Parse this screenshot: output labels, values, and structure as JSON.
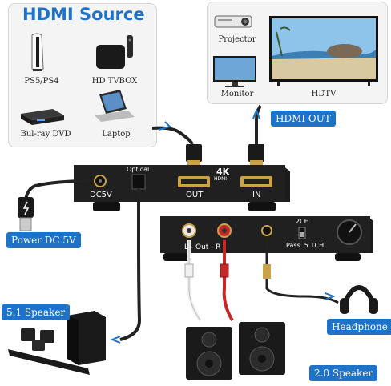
{
  "source_panel": {
    "title": "HDMI Source",
    "devices": [
      {
        "label": "PS5/PS4"
      },
      {
        "label": "HD TVBOX"
      },
      {
        "label": "Bul-ray DVD"
      },
      {
        "label": "Laptop"
      }
    ]
  },
  "output_panel": {
    "devices": [
      {
        "label": "Projector"
      },
      {
        "label": "Monitor"
      },
      {
        "label": "HDTV"
      }
    ],
    "badge": "HDMI OUT"
  },
  "extractor_top": {
    "optical_label": "Optical",
    "dc_label": "DC5V",
    "out_label": "OUT",
    "in_label": "IN",
    "logo_4k": "4K",
    "logo_hdmi": "HDMI"
  },
  "extractor_side": {
    "audio_out_label": "L - Out - R",
    "switch_top": "2CH",
    "switch_bottom": "Pass  5.1CH"
  },
  "labels": {
    "power": "Power DC 5V",
    "speaker51": "5.1 Speaker",
    "headphone": "Headphone",
    "speaker20": "2.0 Speaker"
  },
  "colors": {
    "accent": "#1e73c8",
    "device_body": "#1a1a1a",
    "gold": "#c9a24a",
    "panel_bg": "#f4f4f4"
  }
}
